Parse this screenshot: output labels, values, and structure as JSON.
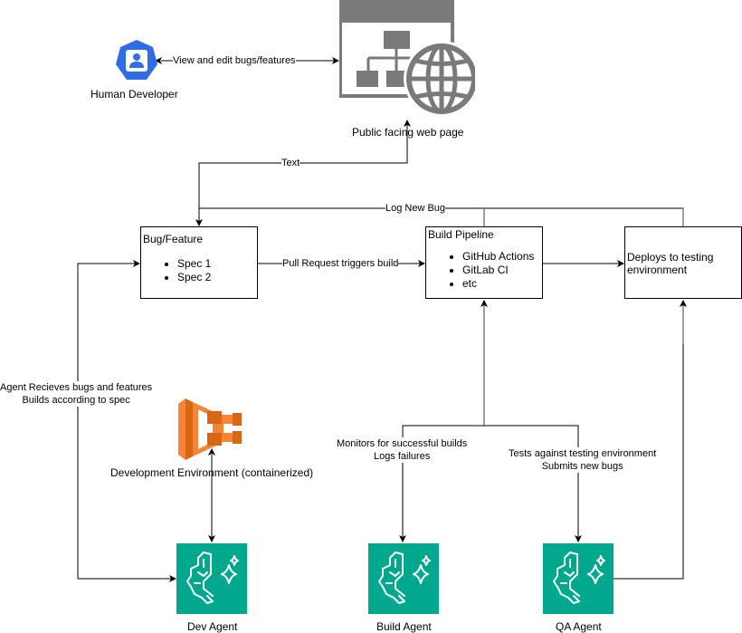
{
  "nodes": {
    "human_developer": {
      "label": "Human Developer",
      "icon": "user-badge-icon",
      "color": "#326ce5"
    },
    "web_page": {
      "label": "Public facing web page",
      "icon": "web-app-globe-icon",
      "color": "#7a7a7a"
    },
    "bug_feature": {
      "title": "Bug/Feature",
      "items": [
        "Spec 1",
        "Spec 2"
      ]
    },
    "build_pipeline": {
      "title": "Build Pipeline",
      "items": [
        "GitHub Actions",
        "GitLab CI",
        "etc"
      ]
    },
    "deploy": {
      "title": "Deploys to testing environment"
    },
    "dev_env": {
      "label": "Development Environment (containerized)",
      "icon": "container-service-icon",
      "color": "#f58534"
    },
    "dev_agent": {
      "label": "Dev Agent",
      "icon": "ai-brain-sparkle-icon",
      "color": "#01a88d"
    },
    "build_agent": {
      "label": "Build Agent",
      "icon": "ai-brain-sparkle-icon",
      "color": "#01a88d"
    },
    "qa_agent": {
      "label": "QA Agent",
      "icon": "ai-brain-sparkle-icon",
      "color": "#01a88d"
    }
  },
  "edges": {
    "view_edit": "View and edit bugs/features",
    "text": "Text",
    "log_new_bug": "Log New Bug",
    "pull_request": "Pull Request triggers build",
    "dev_agent_line1": "Agent Recieves bugs and features",
    "dev_agent_line2": "Builds according to spec",
    "build_agent_line1": "Monitors for successful builds",
    "build_agent_line2": "Logs failures",
    "qa_agent_line1": "Tests against testing environment",
    "qa_agent_line2": "Submits new bugs"
  }
}
